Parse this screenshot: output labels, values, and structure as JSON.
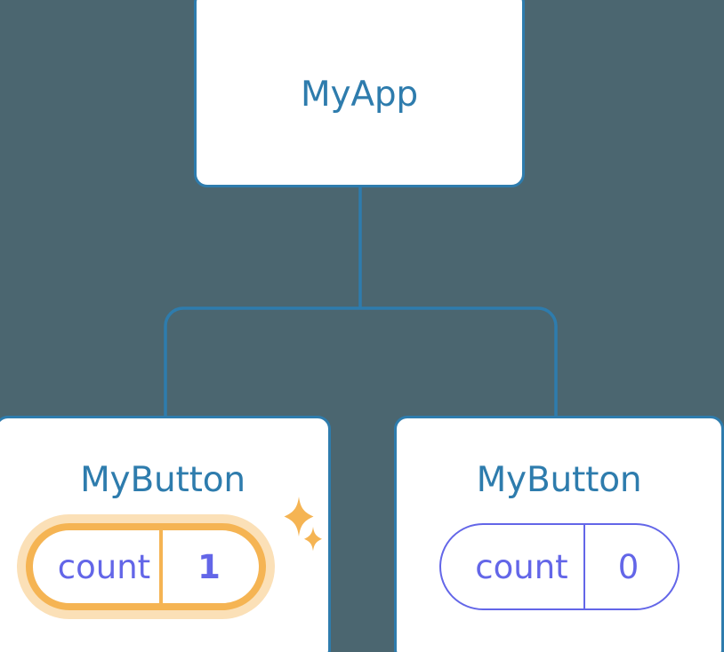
{
  "diagram": {
    "type": "component-tree",
    "background_color": "#4B6670",
    "edge_color": "#2E7CAD",
    "card_border_color": "#2E7CAD",
    "card_background": "#FFFFFF",
    "title_color": "#2E7CAD",
    "pill_text_color": "#6366E8",
    "pill_plain_border_color": "#6366E8",
    "pill_highlight_border_color": "#F5B453",
    "pill_highlight_glow_color": "#FBE0B7",
    "sparkle_color": "#F5B453"
  },
  "root": {
    "title": "MyApp"
  },
  "children": [
    {
      "id": "left",
      "title": "MyButton",
      "state": {
        "key": "count",
        "value": "1"
      },
      "highlighted": true,
      "sparkle_icons": [
        "sparkle-large-icon",
        "sparkle-small-icon"
      ]
    },
    {
      "id": "right",
      "title": "MyButton",
      "state": {
        "key": "count",
        "value": "0"
      },
      "highlighted": false,
      "sparkle_icons": []
    }
  ]
}
